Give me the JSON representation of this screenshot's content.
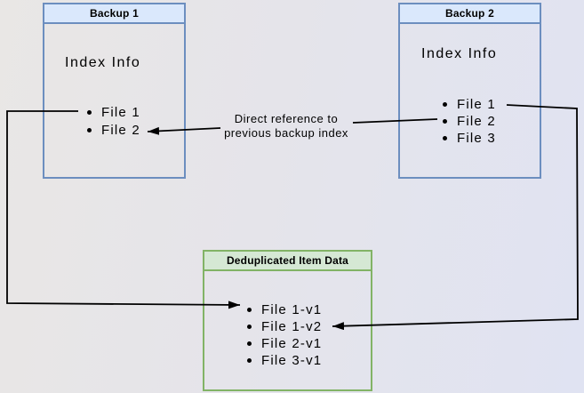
{
  "diagram": {
    "backup1": {
      "title": "Backup 1",
      "body_label": "Index Info",
      "files": [
        "File 1",
        "File 2"
      ]
    },
    "backup2": {
      "title": "Backup 2",
      "body_label": "Index Info",
      "files": [
        "File 1",
        "File 2",
        "File 3"
      ]
    },
    "dedup": {
      "title": "Deduplicated Item Data",
      "items": [
        "File 1-v1",
        "File 1-v2",
        "File 2-v1",
        "File 3-v1"
      ]
    },
    "annotation": {
      "line1": "Direct reference to",
      "line2": "previous backup index"
    },
    "colors": {
      "blue_fill": "#dae8fc",
      "blue_stroke": "#6c8ebf",
      "green_fill": "#d5e8d4",
      "green_stroke": "#82b366",
      "arrow": "#000000"
    }
  }
}
